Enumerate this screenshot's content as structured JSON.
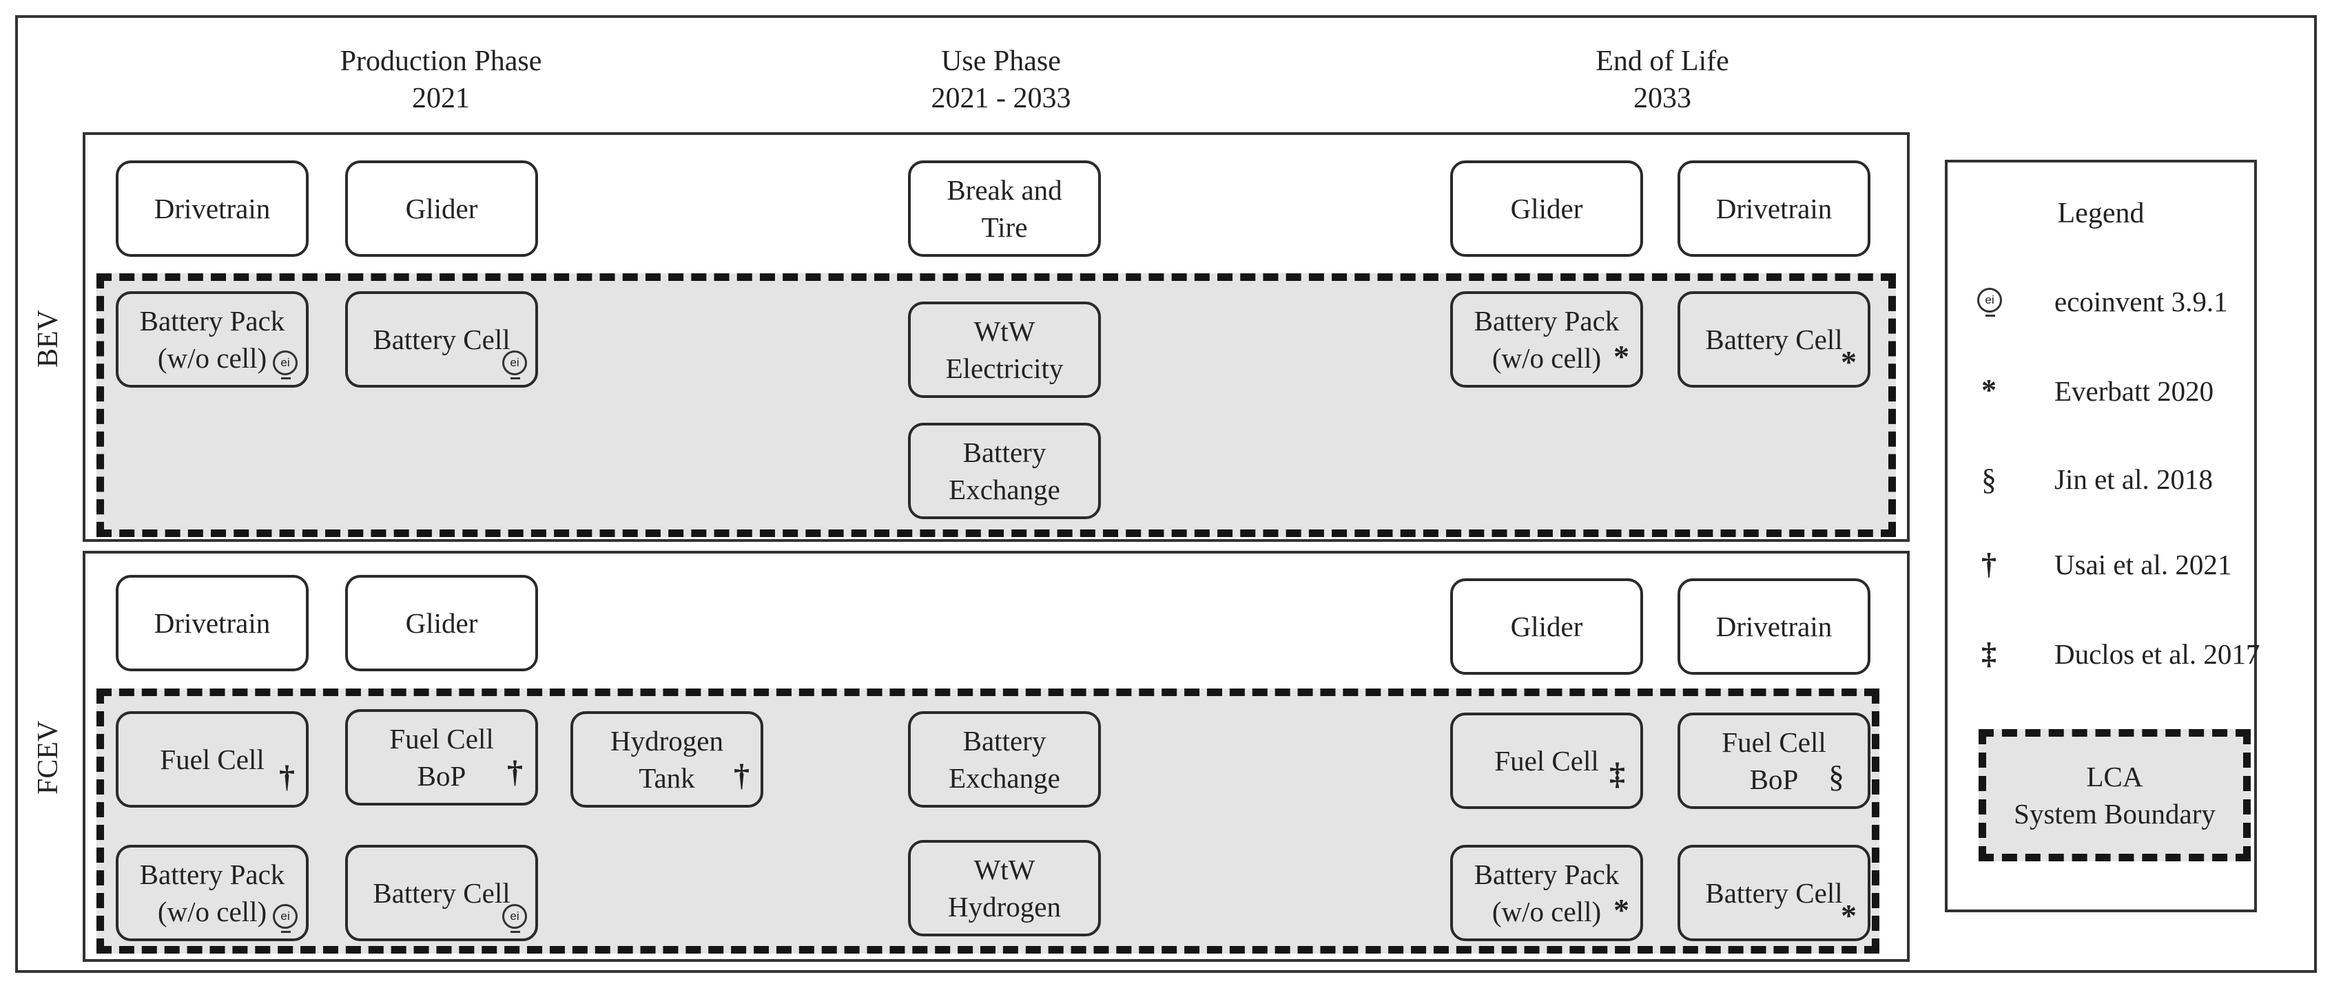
{
  "phases": {
    "production": {
      "name": "Production Phase",
      "year": "2021"
    },
    "use": {
      "name": "Use Phase",
      "year": "2021 - 2033"
    },
    "end": {
      "name": "End of Life",
      "year": "2033"
    }
  },
  "bev": {
    "label": "BEV",
    "drivetrain": "Drivetrain",
    "glider": "Glider",
    "break_tire": "Break and\nTire",
    "eol_glider": "Glider",
    "eol_drivetrain": "Drivetrain",
    "battery_pack": "Battery Pack\n(w/o cell)",
    "battery_cell": "Battery Cell",
    "wtw_electricity": "WtW\nElectricity",
    "battery_exchange": "Battery\nExchange",
    "eol_battery_pack": "Battery Pack\n(w/o cell)",
    "eol_battery_cell": "Battery Cell"
  },
  "fcev": {
    "label": "FCEV",
    "drivetrain": "Drivetrain",
    "glider": "Glider",
    "eol_glider": "Glider",
    "eol_drivetrain": "Drivetrain",
    "fuel_cell": "Fuel Cell",
    "fuel_cell_bop": "Fuel Cell\nBoP",
    "hydrogen_tank": "Hydrogen\nTank",
    "battery_exchange": "Battery\nExchange",
    "eol_fuel_cell": "Fuel Cell",
    "eol_fuel_cell_bop": "Fuel Cell\nBoP",
    "battery_pack": "Battery Pack\n(w/o cell)",
    "battery_cell": "Battery Cell",
    "wtw_hydrogen": "WtW\nHydrogen",
    "eol_battery_pack": "Battery Pack\n(w/o cell)",
    "eol_battery_cell": "Battery Cell"
  },
  "marks": {
    "ei": "ei",
    "star": "*",
    "section": "§",
    "dagger": "†",
    "ddagger": "‡"
  },
  "legend": {
    "title": "Legend",
    "items": [
      {
        "symbol": "ei",
        "label": "ecoinvent 3.9.1"
      },
      {
        "symbol": "*",
        "label": "Everbatt 2020"
      },
      {
        "symbol": "§",
        "label": "Jin et al. 2018"
      },
      {
        "symbol": "†",
        "label": "Usai et al. 2021"
      },
      {
        "symbol": "‡",
        "label": "Duclos et al. 2017"
      }
    ],
    "boundary_label": "LCA\nSystem Boundary"
  }
}
